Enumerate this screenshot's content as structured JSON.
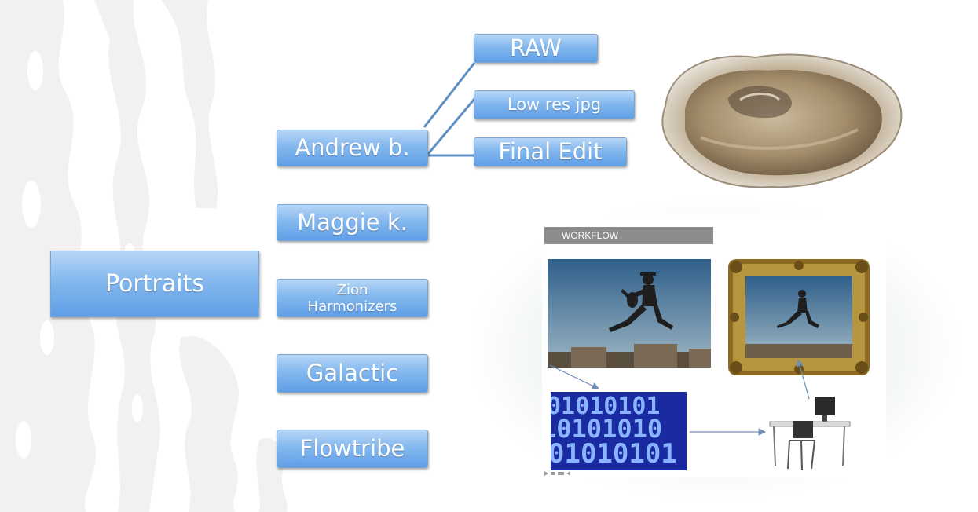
{
  "diagram": {
    "root": "Portraits",
    "clients": [
      "Andrew b.",
      "Maggie k.",
      "Zion Harmonizers",
      "Galactic",
      "Flowtribe"
    ],
    "zion_lines": [
      "Zion",
      "Harmonizers"
    ],
    "andrew_children": [
      "RAW",
      "Low res jpg",
      "Final Edit"
    ]
  },
  "workflow": {
    "header": "WORKFLOW"
  },
  "colors": {
    "box_top": "#b7d6f7",
    "box_bottom": "#5f9fe6",
    "box_border": "#7da3cf",
    "connector": "#5d8fc4",
    "workflow_header": "#8c8c8c",
    "workflow_arrow": "#6f8fb3"
  },
  "icons": [
    "oyster-image",
    "jumping-man-photo",
    "framed-photo",
    "binary-code-image",
    "computer-desk-image",
    "slide-controls-icon"
  ]
}
